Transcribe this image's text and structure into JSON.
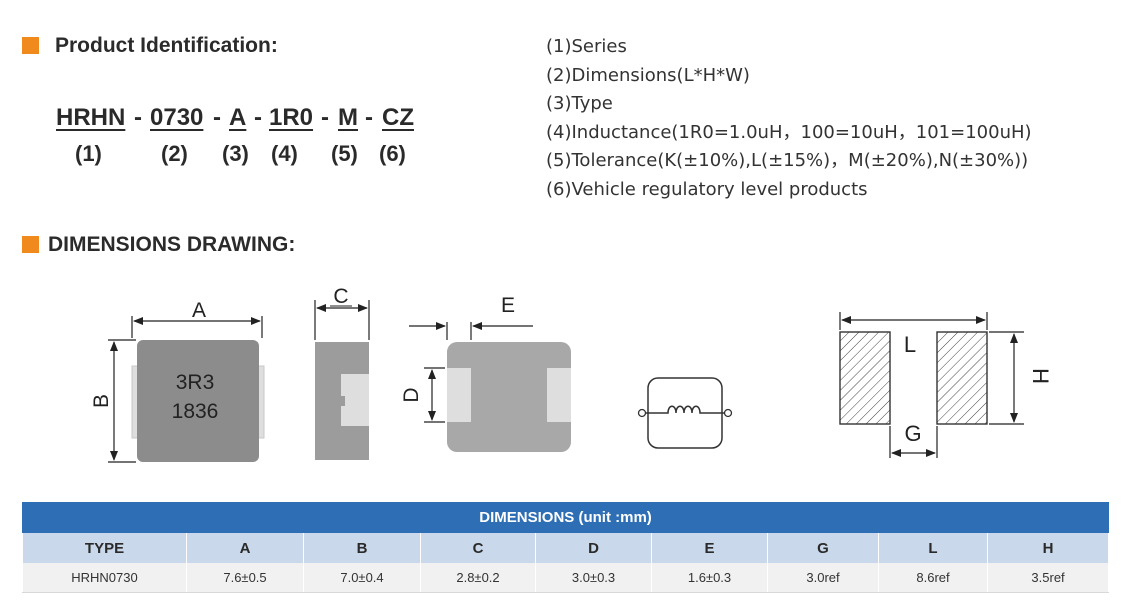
{
  "sections": {
    "identification": "Product Identification:",
    "drawing": "DIMENSIONS DRAWING:"
  },
  "part_code": {
    "parts": [
      "HRHN",
      "0730",
      "A",
      "1R0",
      "M",
      "CZ"
    ],
    "separator": "-",
    "numbers": [
      "(1)",
      "(2)",
      "(3)",
      "(4)",
      "(5)",
      "(6)"
    ]
  },
  "legend": [
    "(1)Series",
    "(2)Dimensions(L*H*W)",
    "(3)Type",
    "(4)Inductance(1R0=1.0uH，100=10uH，101=100uH)",
    "(5)Tolerance(K(±10%),L(±15%)，M(±20%),N(±30%))",
    "(6)Vehicle regulatory level products"
  ],
  "drawing": {
    "marking_line1": "3R3",
    "marking_line2": "1836",
    "labels": {
      "a": "A",
      "b": "B",
      "c": "C",
      "d": "D",
      "e": "E",
      "l": "L",
      "g": "G",
      "h": "H"
    }
  },
  "table": {
    "title": "DIMENSIONS (unit :mm)",
    "headers": [
      "TYPE",
      "A",
      "B",
      "C",
      "D",
      "E",
      "G",
      "L",
      "H"
    ],
    "rows": [
      [
        "HRHN0730",
        "7.6±0.5",
        "7.0±0.4",
        "2.8±0.2",
        "3.0±0.3",
        "1.6±0.3",
        "3.0ref",
        "8.6ref",
        "3.5ref"
      ]
    ]
  },
  "colors": {
    "accent": "#f08a1c",
    "table_title_bg": "#2d6eb5",
    "table_header_bg": "#c9d8ea"
  }
}
